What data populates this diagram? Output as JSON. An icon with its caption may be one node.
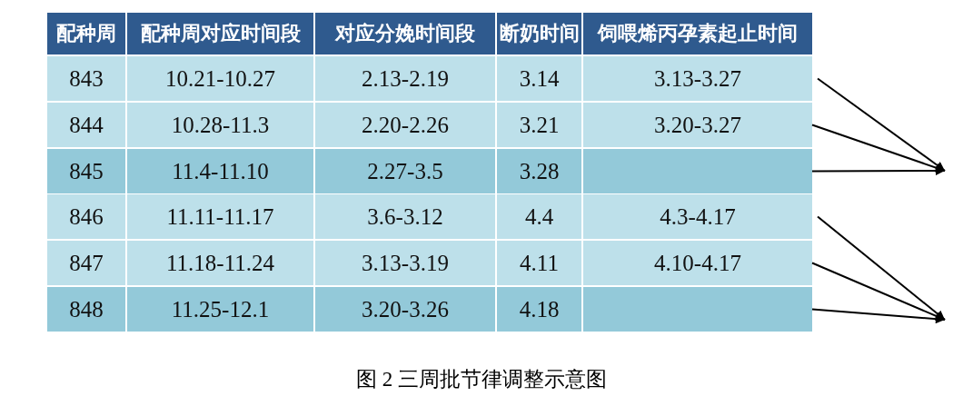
{
  "diagram": {
    "caption": "图 2 三周批节律调整示意图",
    "labels": [
      "配种周",
      "配种周对应时间段",
      "对应分娩时间段",
      "断奶时间",
      "饲喂烯丙孕素起止时间"
    ],
    "nodes": [
      {
        "text": [
          "843",
          "10.21-10.27",
          "2.13-2.19",
          "3.14",
          "3.13-3.27"
        ]
      },
      {
        "text": [
          "844",
          "10.28-11.3",
          "2.20-2.26",
          "3.21",
          "3.20-3.27"
        ]
      },
      {
        "text": [
          "845",
          "11.4-11.10",
          "2.27-3.5",
          "3.28"
        ]
      },
      {
        "text": [
          "846",
          "11.11-11.17",
          "3.6-3.12",
          "4.4",
          "4.3-4.17"
        ]
      },
      {
        "text": [
          "847",
          "11.18-11.24",
          "3.13-3.19",
          "4.11",
          "4.10-4.17"
        ]
      },
      {
        "text": [
          "848",
          "11.25-12.1",
          "3.20-3.26",
          "4.18"
        ]
      }
    ],
    "edges": [
      {
        "from": 0,
        "to": null,
        "arrow": "to"
      },
      {
        "from": 1,
        "to": null,
        "arrow": "to"
      },
      {
        "from": 2,
        "to": null,
        "arrow": "to"
      },
      {
        "from": 3,
        "to": null,
        "arrow": "to"
      },
      {
        "from": 4,
        "to": null,
        "arrow": "to"
      },
      {
        "from": 5,
        "to": null,
        "arrow": "to"
      }
    ]
  }
}
